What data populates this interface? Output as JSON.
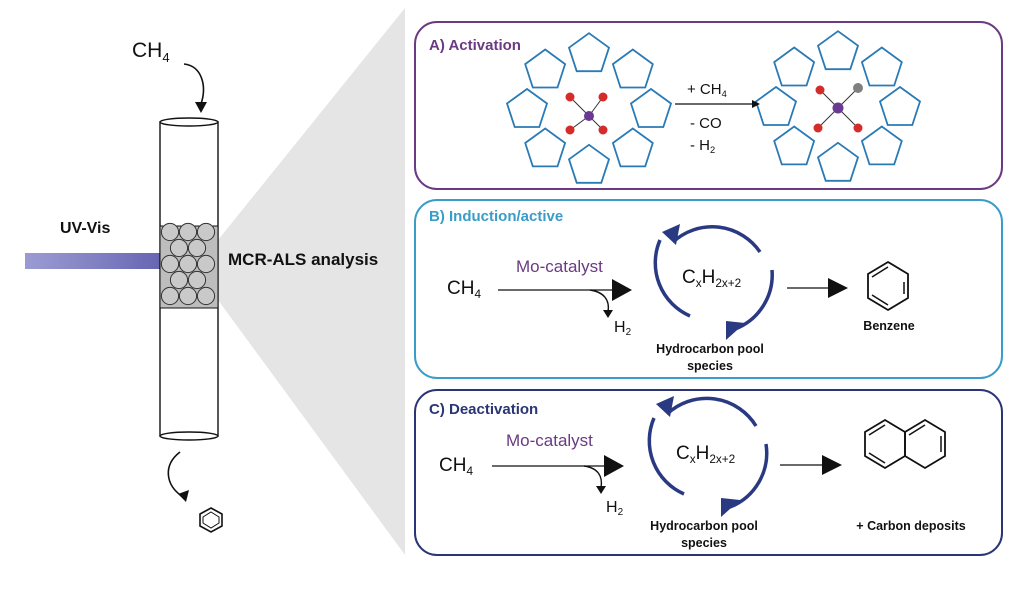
{
  "reactor": {
    "feed_main": "CH",
    "feed_sub": "4",
    "uv_label": "UV-Vis",
    "analysis_label": "MCR-ALS analysis"
  },
  "panel_a": {
    "title": "A) Activation",
    "plus_ch": "+ CH",
    "plus_ch_sub": "4",
    "minus_co": "- CO",
    "minus_h": "- H",
    "minus_h_sub": "2"
  },
  "panel_b": {
    "title": "B) Induction/active",
    "reactant_main": "CH",
    "reactant_sub": "4",
    "catalyst": "Mo-catalyst",
    "h_main": "H",
    "h_sub": "2",
    "pool_c": "C",
    "pool_x": "x",
    "pool_h": "H",
    "pool_sub": "2x+2",
    "pool_caption_1": "Hydrocarbon pool",
    "pool_caption_2": "species",
    "product": "Benzene"
  },
  "panel_c": {
    "title": "C) Deactivation",
    "reactant_main": "CH",
    "reactant_sub": "4",
    "catalyst": "Mo-catalyst",
    "h_main": "H",
    "h_sub": "2",
    "pool_c": "C",
    "pool_x": "x",
    "pool_h": "H",
    "pool_sub": "2x+2",
    "pool_caption_1": "Hydrocarbon pool",
    "pool_caption_2": "species",
    "product": "+ Carbon deposits"
  },
  "colors": {
    "activation": "#6a3a82",
    "induction": "#3a9cc8",
    "deactivation": "#2a3575",
    "zeolite": "#2a7ab5",
    "cycle": "#2a3a82",
    "uv_beam": "#5a5aae"
  }
}
